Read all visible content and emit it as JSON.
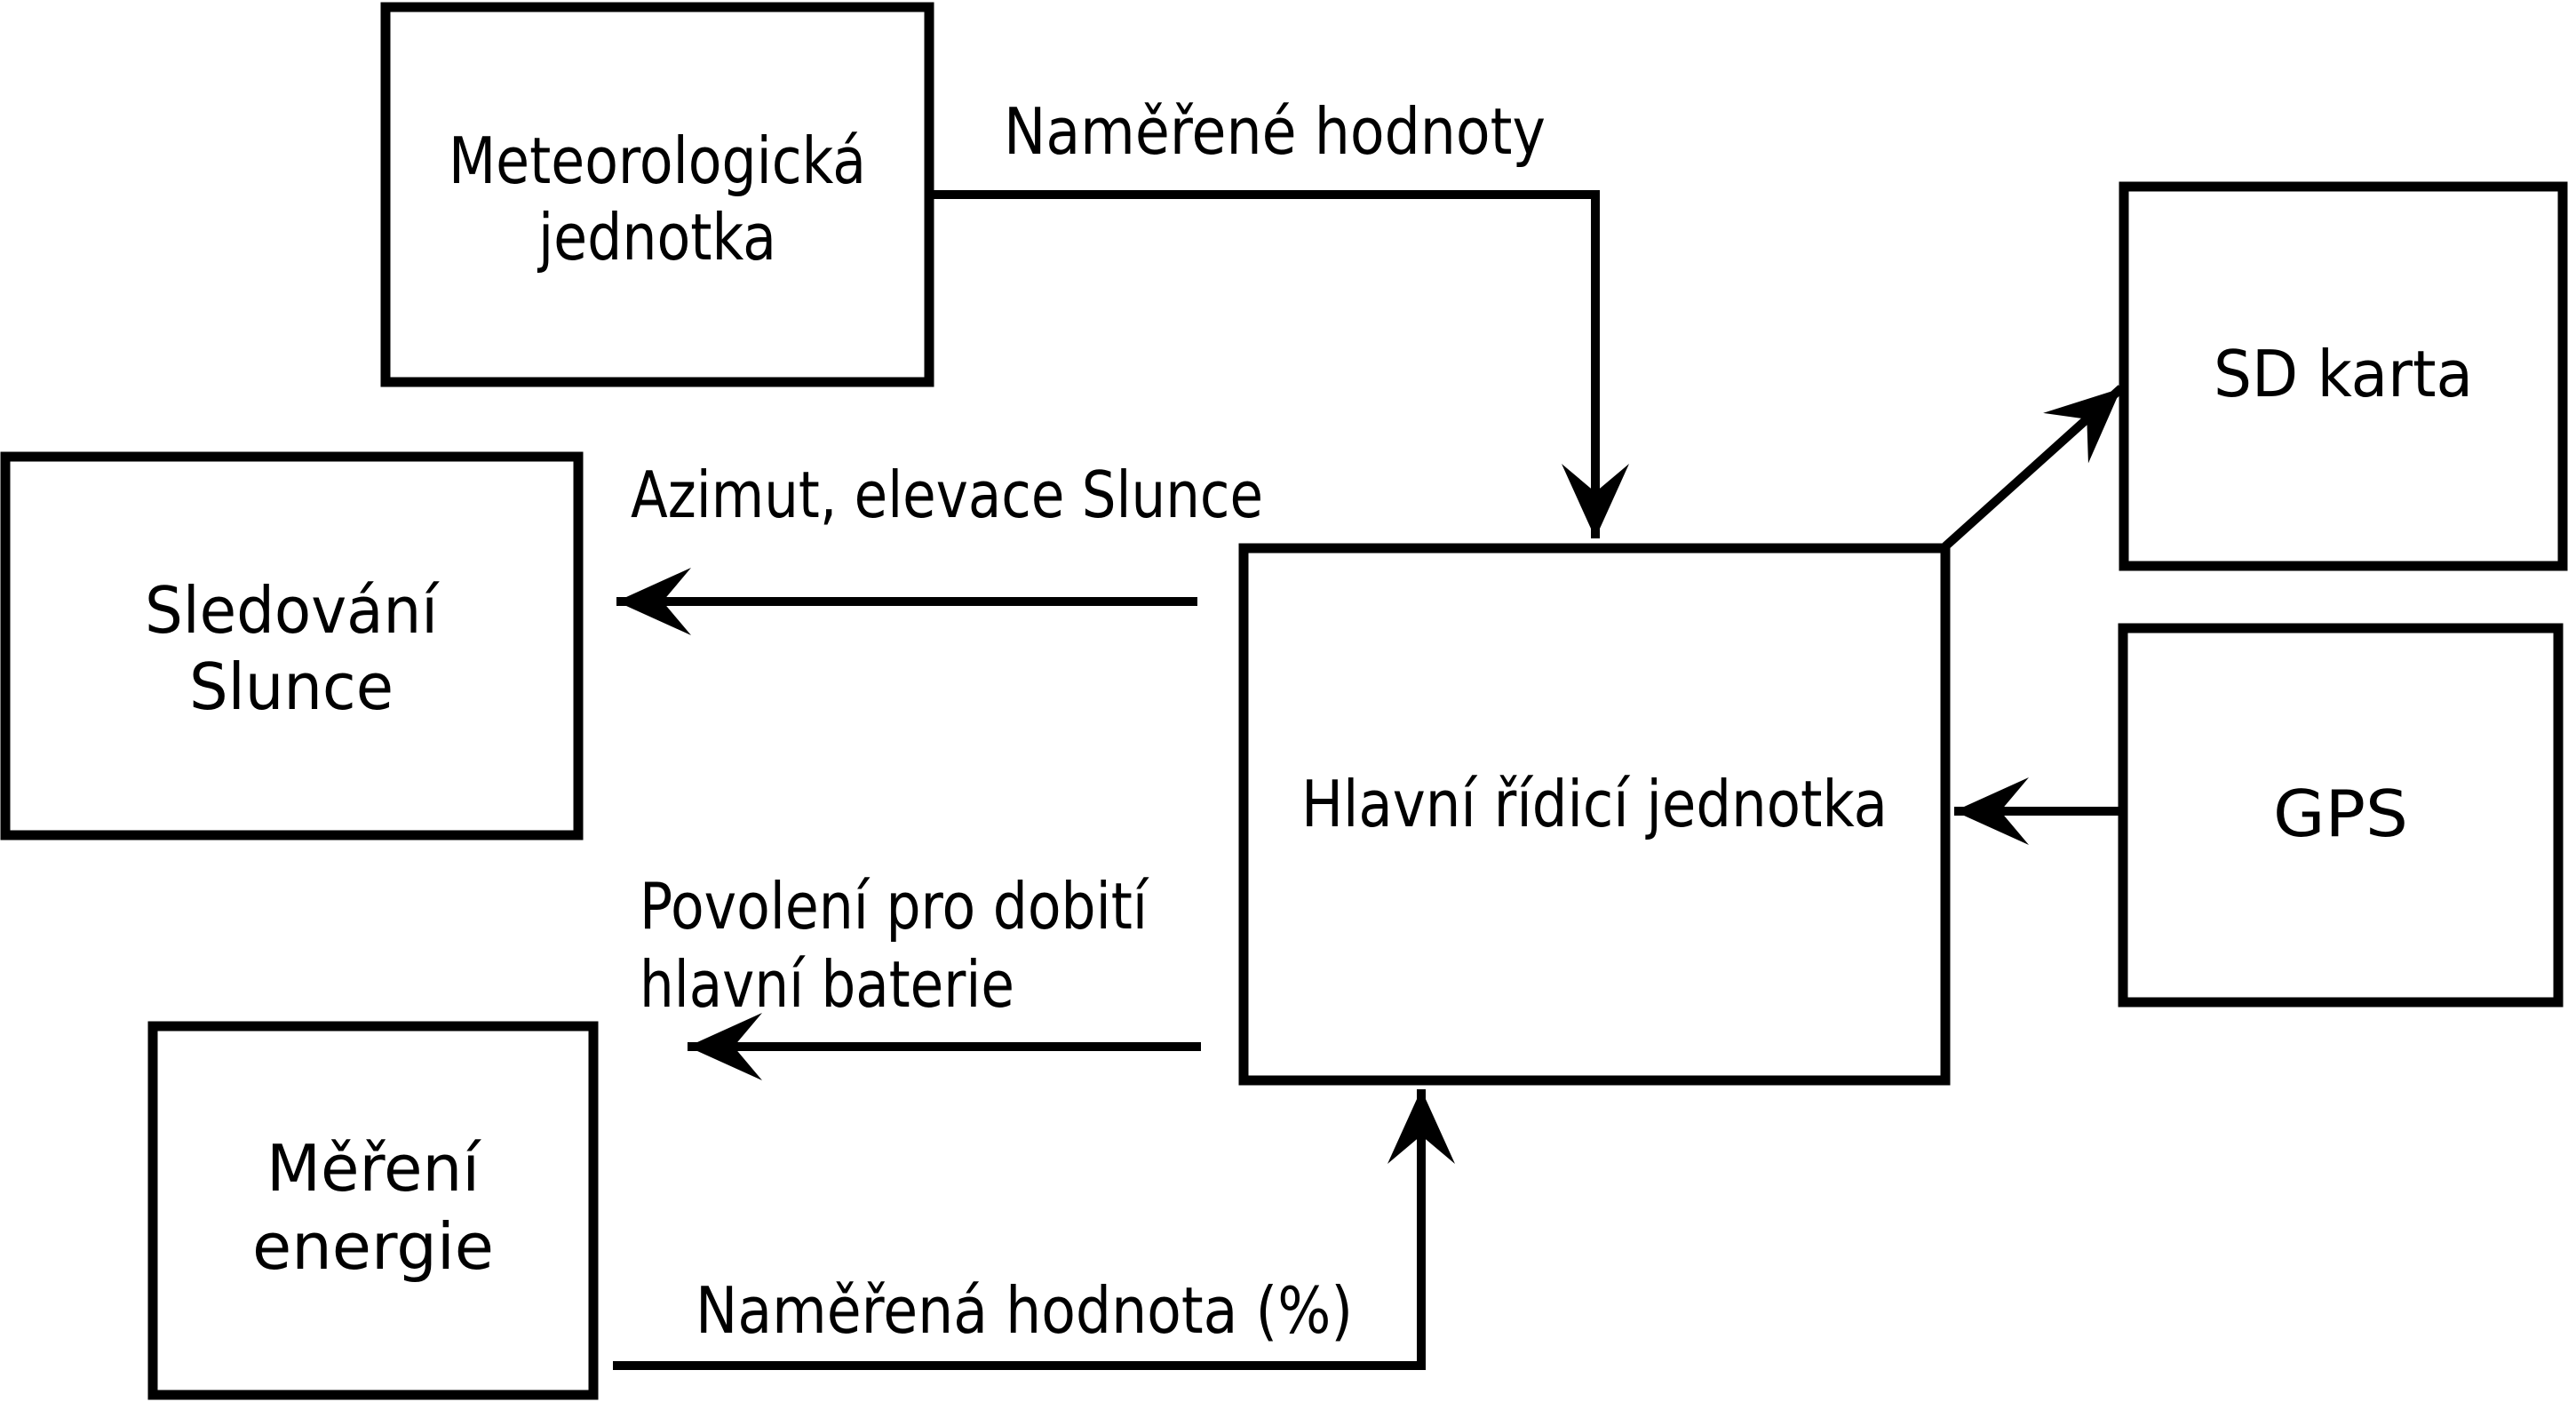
{
  "diagram": {
    "type": "block-diagram",
    "background_color": "#ffffff",
    "line_color": "#000000",
    "text_color": "#000000",
    "nodes": [
      {
        "id": "meteorologicka-jednotka",
        "lines": [
          "Meteorologická",
          "jednotka"
        ]
      },
      {
        "id": "sledovani-slunce",
        "lines": [
          "Sledování",
          "Slunce"
        ]
      },
      {
        "id": "mereni-energie",
        "lines": [
          "Měření",
          "energie"
        ]
      },
      {
        "id": "hlavni-ridici-jednotka",
        "lines": [
          "Hlavní řídicí jednotka"
        ]
      },
      {
        "id": "sd-karta",
        "lines": [
          "SD karta"
        ]
      },
      {
        "id": "gps",
        "lines": [
          "GPS"
        ]
      }
    ],
    "edges": [
      {
        "id": "meteo-to-main",
        "from": "meteorologicka-jednotka",
        "to": "hlavni-ridici-jednotka",
        "label": "Naměřené hodnoty",
        "shape": "right-then-down-elbow",
        "arrowhead": "into-main-top"
      },
      {
        "id": "main-to-sledovani",
        "from": "hlavni-ridici-jednotka",
        "to": "sledovani-slunce",
        "label": "Azimut, elevace Slunce",
        "shape": "straight-left",
        "arrowhead": "points-left"
      },
      {
        "id": "main-to-battery",
        "from": "hlavni-ridici-jednotka",
        "to": "",
        "label_lines": [
          "Povolení pro dobití",
          "hlavní baterie"
        ],
        "shape": "straight-left",
        "arrowhead": "points-left"
      },
      {
        "id": "mereni-to-main",
        "from": "mereni-energie",
        "to": "hlavni-ridici-jednotka",
        "label": "Naměřená hodnota (%)",
        "shape": "right-then-up-elbow",
        "arrowhead": "into-main-bottom"
      },
      {
        "id": "main-to-sd",
        "from": "hlavni-ridici-jednotka",
        "to": "sd-karta",
        "label": "",
        "shape": "diagonal-up-right",
        "arrowhead": "into-sd-left"
      },
      {
        "id": "gps-to-main",
        "from": "gps",
        "to": "hlavni-ridici-jednotka",
        "label": "",
        "shape": "straight-left",
        "arrowhead": "into-main-right"
      }
    ]
  }
}
